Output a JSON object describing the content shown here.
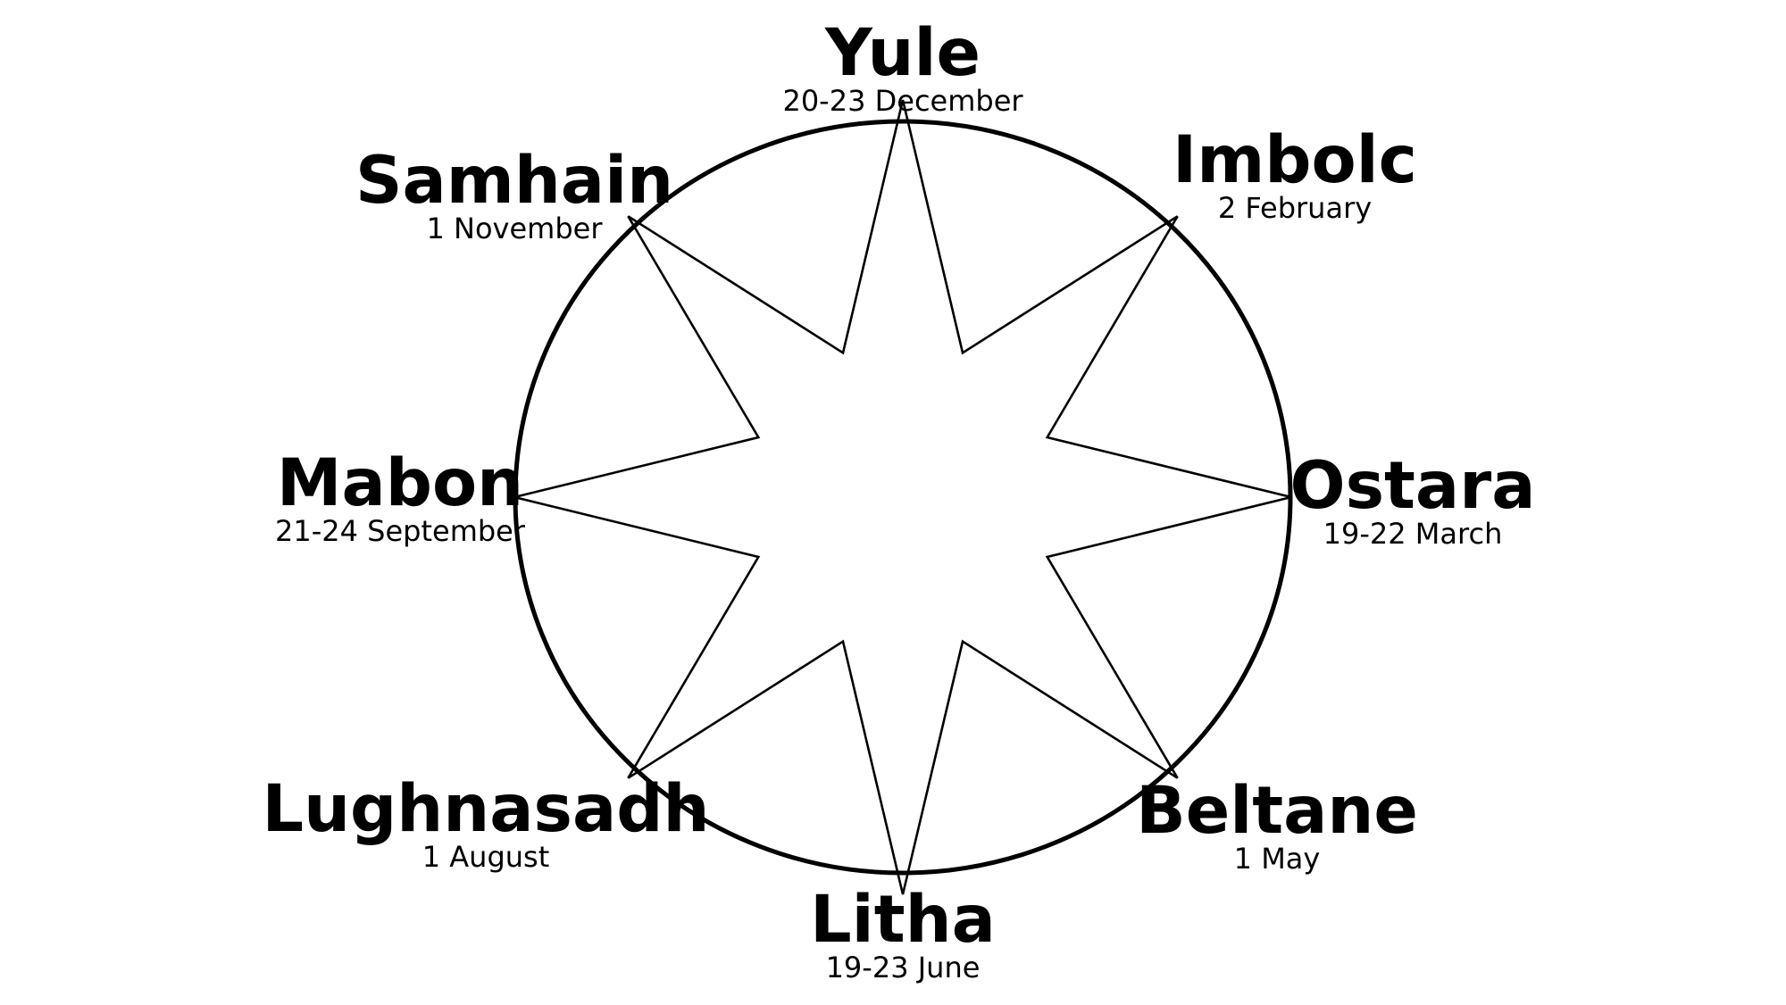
{
  "colors": {
    "stroke": "#000000",
    "background": "#ffffff"
  },
  "festivals": [
    {
      "name": "Yule",
      "date": "20-23 December"
    },
    {
      "name": "Imbolc",
      "date": "2 February"
    },
    {
      "name": "Ostara",
      "date": "19-22 March"
    },
    {
      "name": "Beltane",
      "date": "1 May"
    },
    {
      "name": "Litha",
      "date": "19-23 June"
    },
    {
      "name": "Lughnasadh",
      "date": "1 August"
    },
    {
      "name": "Mabon",
      "date": "21-24 September"
    },
    {
      "name": "Samhain",
      "date": "1 November"
    }
  ]
}
